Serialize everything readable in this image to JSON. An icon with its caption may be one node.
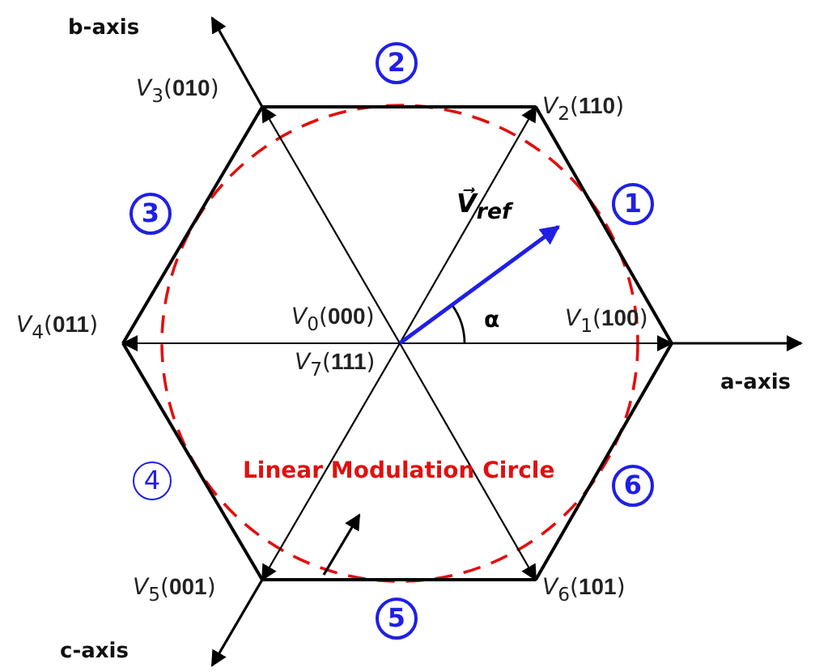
{
  "diagram": {
    "nodes": [
      {
        "text": [
          "*V*$_{0}$(**000**)",
          "*V*$_{7}$(**111**)"
        ]
      },
      {
        "text": [
          "*V*$_{1}$(**100**)"
        ]
      },
      {
        "text": [
          "*V*$_{2}$(**110**)"
        ]
      },
      {
        "text": [
          "*V*$_{3}$(**010**)"
        ]
      },
      {
        "text": [
          "*V*$_{4}$(**011**)"
        ]
      },
      {
        "text": [
          "*V*$_{5}$(**001**)"
        ]
      },
      {
        "text": [
          "*V*$_{6}$(**101**)"
        ]
      }
    ],
    "edges": [
      {
        "from": 0,
        "to": 1,
        "arrow": "to"
      },
      {
        "from": 0,
        "to": 2,
        "arrow": "to"
      },
      {
        "from": 0,
        "to": 3,
        "arrow": "to"
      },
      {
        "from": 0,
        "to": 4,
        "arrow": "to"
      },
      {
        "from": 0,
        "to": 5,
        "arrow": "to"
      },
      {
        "from": 0,
        "to": 6,
        "arrow": "to"
      },
      {
        "from": 1,
        "to": 2,
        "arrow": "none"
      },
      {
        "from": 2,
        "to": 3,
        "arrow": "none"
      },
      {
        "from": 3,
        "to": 4,
        "arrow": "none"
      },
      {
        "from": 4,
        "to": 5,
        "arrow": "none"
      },
      {
        "from": 5,
        "to": 6,
        "arrow": "none"
      },
      {
        "from": 6,
        "to": 1,
        "arrow": "none"
      },
      {
        "from": 0,
        "to": null,
        "arrow": "to",
        "color": "#1f1fe6"
      }
    ],
    "labels": [
      "b-axis",
      "2",
      "3",
      "V⃗$_{ref}$",
      "1",
      "α",
      "a-axis",
      "Linear Modulation Circle",
      "4",
      "6",
      "5",
      "c-axis"
    ]
  }
}
